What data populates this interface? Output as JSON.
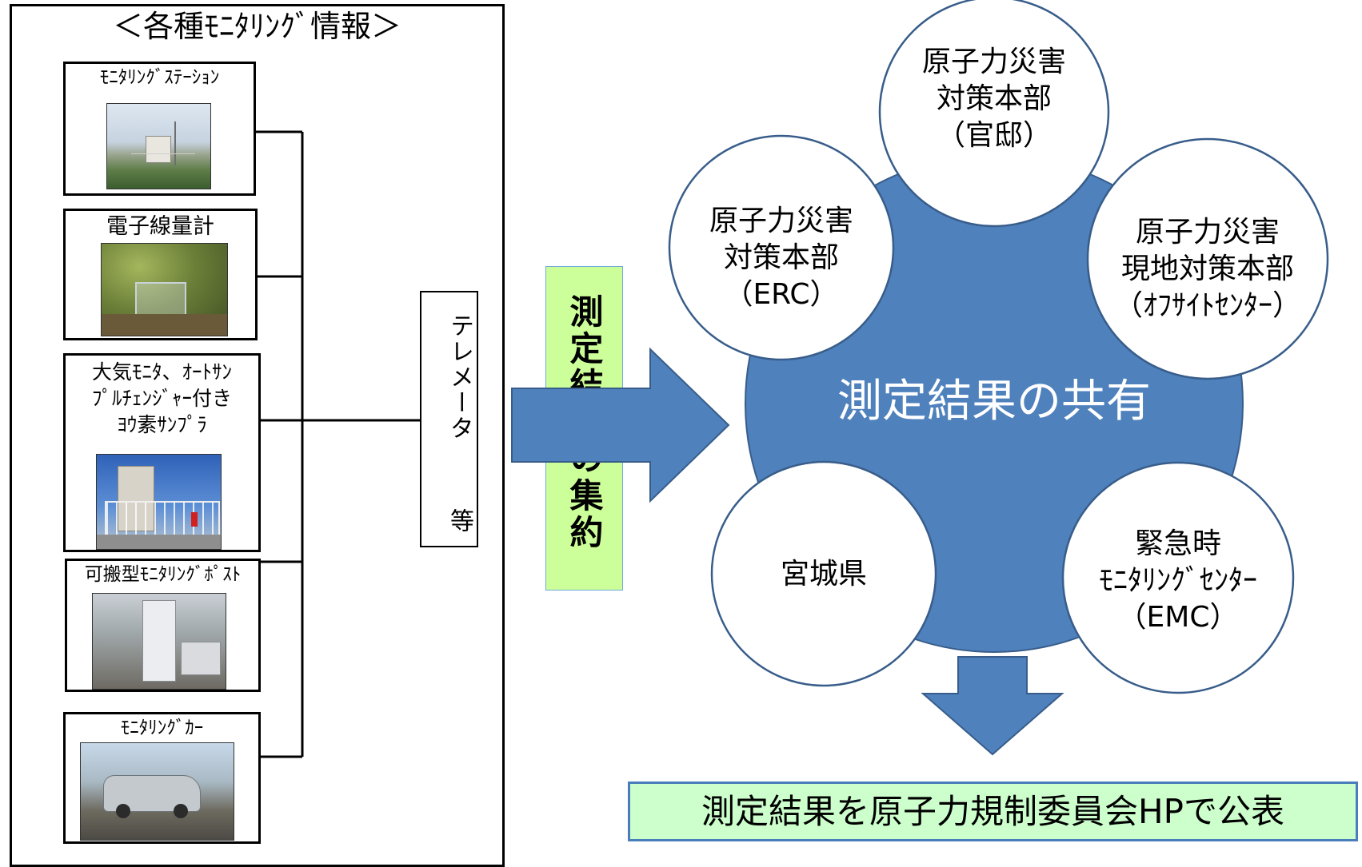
{
  "panel": {
    "title": "＜各種ﾓﾆﾀﾘﾝｸﾞ情報＞",
    "stations": [
      {
        "label": "ﾓﾆﾀﾘﾝｸﾞｽﾃｰｼｮﾝ"
      },
      {
        "label": "電子線量計"
      },
      {
        "label": "大気ﾓﾆﾀ、ｵｰﾄｻﾝ\nﾌﾟﾙﾁｪﾝｼﾞｬｰ付き\nﾖｳ素ｻﾝﾌﾟﾗ"
      },
      {
        "label": "可搬型ﾓﾆﾀﾘﾝｸﾞﾎﾟｽﾄ"
      },
      {
        "label": "ﾓﾆﾀﾘﾝｸﾞｶｰ"
      }
    ],
    "telemeter": {
      "text": "テレメータ",
      "suffix": "等"
    }
  },
  "collect": {
    "label": "測定結果の集約"
  },
  "share": {
    "center_label": "測定結果の共有",
    "nodes": [
      {
        "label": "原子力災害\n対策本部\n（官邸）"
      },
      {
        "label": "原子力災害\n対策本部\n（ERC）"
      },
      {
        "label": "原子力災害\n現地対策本部\n（ｵﾌｻｲﾄｾﾝﾀｰ）"
      },
      {
        "label": "宮城県"
      },
      {
        "label": "緊急時\nﾓﾆﾀﾘﾝｸﾞｾﾝﾀｰ\n（EMC）"
      }
    ]
  },
  "publish": {
    "label": "測定結果を原子力規制委員会HPで公表"
  },
  "colors": {
    "arrow_fill": "#4f81bd",
    "arrow_stroke": "#385d8a",
    "hub_fill": "#4f81bd",
    "collect_fill": "#ccff99",
    "publish_fill": "#ccffcc",
    "publish_border": "#4a7ebb"
  }
}
